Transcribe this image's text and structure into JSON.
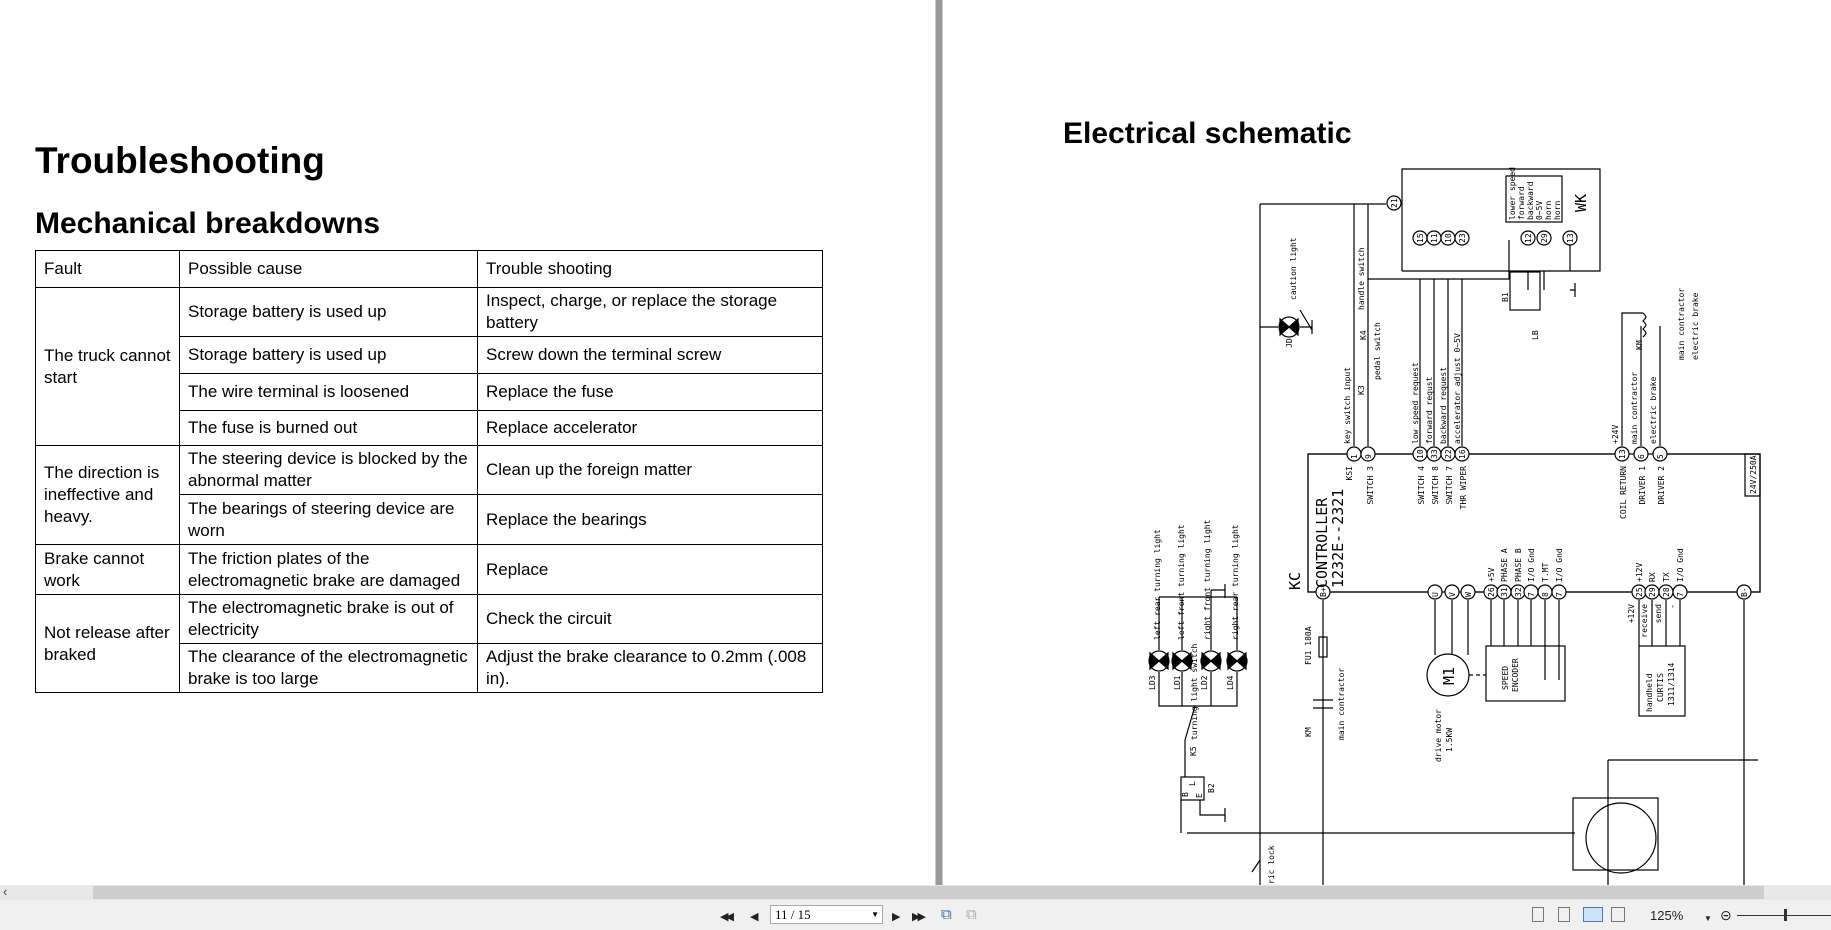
{
  "left_page": {
    "title": "Troubleshooting",
    "subtitle": "Mechanical breakdowns",
    "table": {
      "headers": [
        "Fault",
        "Possible cause",
        "Trouble shooting"
      ],
      "groups": [
        {
          "fault": "The truck cannot start",
          "rows": [
            {
              "cause": "Storage battery is used up",
              "fix": "Inspect, charge, or replace the storage battery"
            },
            {
              "cause": "Storage battery is used up",
              "fix": "Screw down the terminal screw"
            },
            {
              "cause": "The wire terminal is loosened",
              "fix": "Replace the fuse"
            },
            {
              "cause": "The fuse is burned out",
              "fix": "Replace accelerator"
            }
          ]
        },
        {
          "fault": "The direction is ineffective and heavy.",
          "rows": [
            {
              "cause": "The steering device is blocked by the abnormal matter",
              "fix": "Clean up the foreign matter"
            },
            {
              "cause": "The bearings of steering device are worn",
              "fix": "Replace the bearings"
            }
          ]
        },
        {
          "fault": "Brake cannot work",
          "rows": [
            {
              "cause": "The friction plates of the electromagnetic brake are damaged",
              "fix": "Replace"
            }
          ]
        },
        {
          "fault": "Not release after braked",
          "rows": [
            {
              "cause": "The electromagnetic brake is out of electricity",
              "fix": "Check the circuit"
            },
            {
              "cause": "The clearance of the electromagnetic brake is too large",
              "fix": "Adjust the brake clearance to 0.2mm (.008 in)."
            }
          ]
        }
      ]
    }
  },
  "right_page": {
    "title": "Electrical schematic",
    "schematic": {
      "controller": {
        "name": "CONTROLLER",
        "model": "1232E--2321",
        "tag": "KC",
        "rating": "24V/250A"
      },
      "top_pins": [
        "1",
        "9",
        "10",
        "33",
        "22",
        "16",
        "13",
        "6",
        "5"
      ],
      "top_pin_labels": [
        "KSI",
        "SWITCH 3",
        "SWITCH 4",
        "SWITCH 8",
        "SWITCH 7",
        "THR WIPER",
        "COIL RETURN",
        "DRIVER 1",
        "DRIVER 2"
      ],
      "top_wire_labels": [
        "key switch input",
        "low speed request",
        "forward requst",
        "backward request",
        "accelerator adjust 0~5V",
        "+24V",
        "main contractor",
        "electric brake"
      ],
      "bottom_pins": [
        "B+",
        "U",
        "V",
        "W",
        "26",
        "31",
        "32",
        "7",
        "8",
        "7",
        "25",
        "29",
        "28",
        "7",
        "B-"
      ],
      "bottom_pin_labels": [
        "+5V",
        "PHASE A",
        "PHASE B",
        "I/O Gnd",
        "T.MT",
        "I/O Gnd",
        "+12V",
        "RX",
        "TX",
        "I/O Gnd"
      ],
      "handheld_wire_labels": [
        "+12V",
        "receive",
        "send",
        "-"
      ],
      "wk": {
        "tag": "WK",
        "pins": [
          "21",
          "15",
          "11",
          "10",
          "23",
          "12",
          "29",
          "13"
        ],
        "functions": [
          "lower speed",
          "forward",
          "backward",
          "0~5V",
          "horn",
          "horn"
        ]
      },
      "encoder": [
        "SPEED",
        "ENCODER"
      ],
      "handheld": [
        "handheld",
        "CURTIS",
        "1311/1314"
      ],
      "motor": {
        "tag": "M1",
        "label": "drive motor",
        "power": "1.5KW"
      },
      "fuse": "FU1 180A",
      "contactor": {
        "tag": "KM",
        "label": "main contractor"
      },
      "coil": {
        "tag": "KM",
        "label": "main contractor",
        "brake": "electric brake"
      },
      "lamps": [
        {
          "tag": "LD3",
          "label": "left rear turning light"
        },
        {
          "tag": "LD1",
          "label": "left front turning light"
        },
        {
          "tag": "LD2",
          "label": "right front turning light"
        },
        {
          "tag": "LD4",
          "label": "right rear turning light"
        }
      ],
      "switch_k5": {
        "tag": "K5",
        "label": "turning light switch"
      },
      "flasher": {
        "tag": "B2",
        "pins": [
          "B",
          "L",
          "E"
        ]
      },
      "caution": {
        "tag": "JD",
        "label": "caution light"
      },
      "k4": {
        "tag": "K4",
        "label": "handle switch"
      },
      "k3": {
        "tag": "K3",
        "label": "pedal switch"
      },
      "horn": {
        "relay": "B1",
        "tag": "LB"
      },
      "lock": "ric lock"
    }
  },
  "toolbar": {
    "current_page": "11 / 15",
    "zoom": "125%",
    "zoom_fraction": 0.52,
    "active_view": "two-page"
  }
}
